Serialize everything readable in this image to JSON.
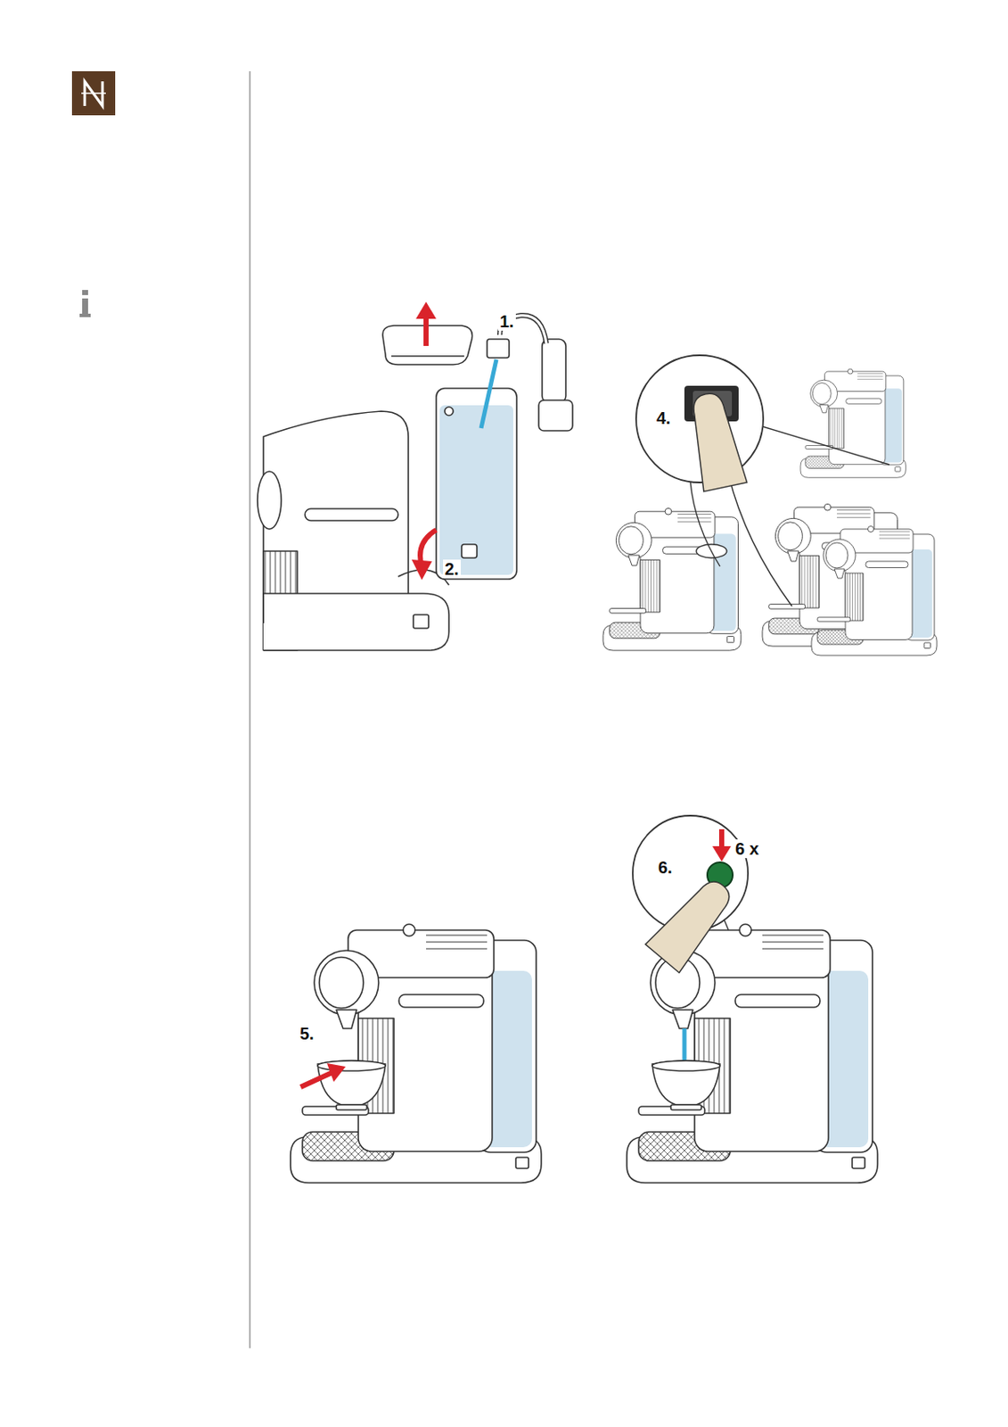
{
  "diagram": {
    "labels": [
      "1.",
      "2.",
      "4.",
      "5.",
      "6.",
      "6 x"
    ]
  }
}
